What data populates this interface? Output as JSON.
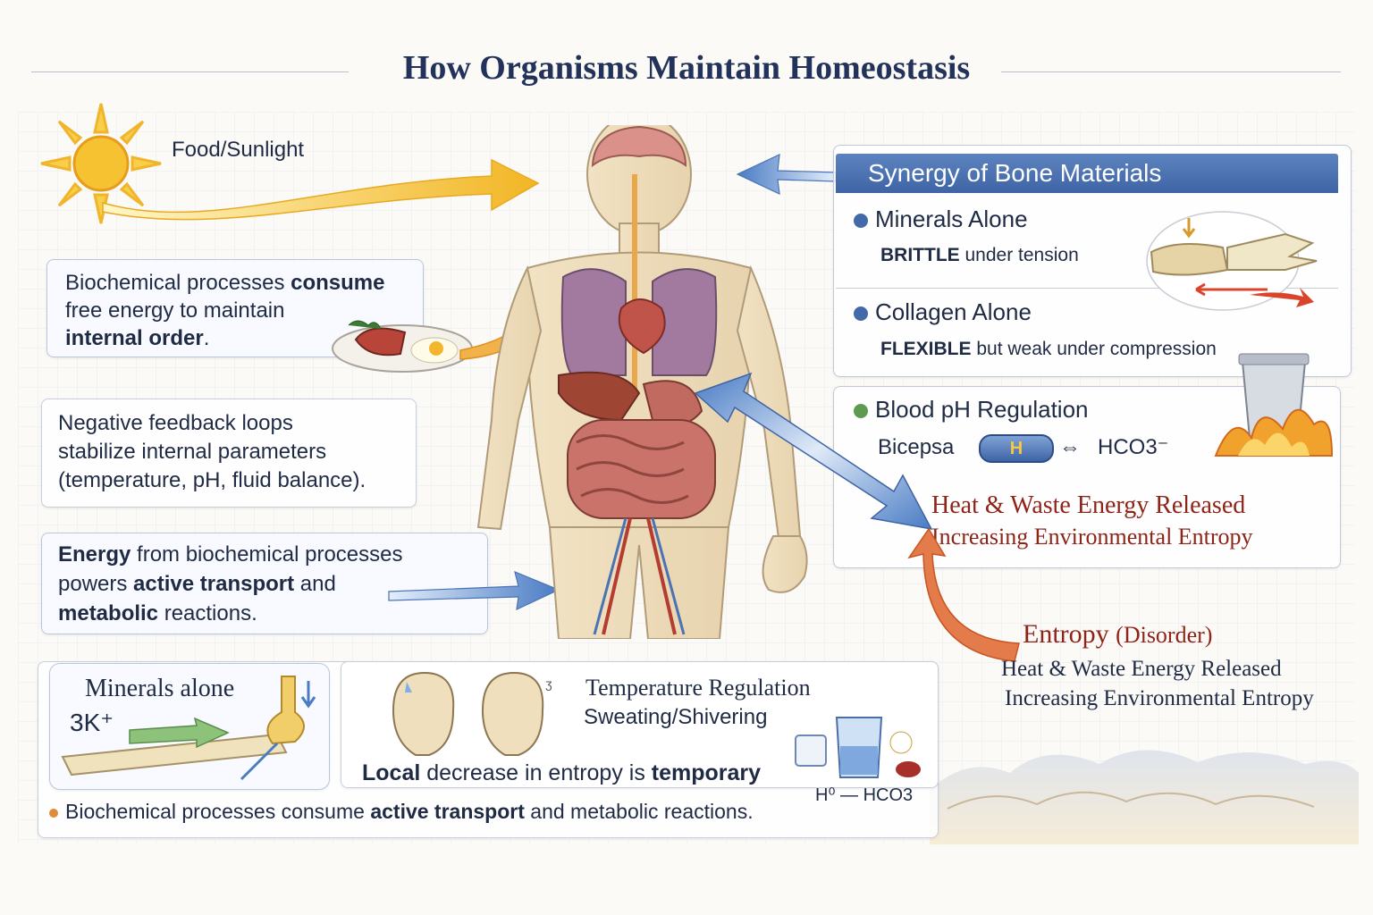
{
  "title": "How Organisms Maintain Homeostasis",
  "energy_source": {
    "label": "Food/Sunlight"
  },
  "left_boxes": {
    "box1": {
      "part1": "Biochemical processes ",
      "part1_bold": "consume",
      "part2": "free energy to maintain",
      "part3_bold": "internal order",
      "part3_end": "."
    },
    "box2": {
      "line1": "Negative feedback loops",
      "line2": "stabilize internal parameters",
      "line3": "(temperature, pH, fluid balance)."
    },
    "box3": {
      "w1_bold": "Energy",
      "w1_rest": " from biochemical processes",
      "line2_a": "powers ",
      "line2_bold": "active transport",
      "line2_b": " and",
      "line3_bold": "metabolic",
      "line3_rest": " reactions."
    }
  },
  "bone_panel": {
    "header": "Synergy of Bone Materials",
    "minerals": {
      "label": "Minerals Alone",
      "desc_bold": "BRITTLE",
      "desc_rest": " under tension"
    },
    "collagen": {
      "label": "Collagen Alone",
      "desc_bold": "FLEXIBLE",
      "desc_rest": " but weak under compression"
    }
  },
  "ph_panel": {
    "label": "Blood pH Regulation",
    "eq_left": "Bicepsa",
    "eq_ion": "H",
    "eq_right": "HCO3⁻",
    "heat_line1": "Heat & Waste Energy Released",
    "heat_line2": "Increasing Environmental Entropy"
  },
  "entropy_block": {
    "title": "Entropy",
    "title_paren": "(Disorder)",
    "line1": "Heat & Waste Energy Released",
    "line2": "Increasing Environmental Entropy"
  },
  "bottom_left": {
    "title": "Minerals alone",
    "ion": "3K⁺"
  },
  "bottom_center": {
    "title": "Temperature Regulation",
    "subtitle": "Sweating/Shivering",
    "note_bold1": "Local",
    "note_mid": " decrease in entropy is ",
    "note_bold2": "temporary",
    "equation": "H⁰ — HCO3"
  },
  "bottom_strip": {
    "text_a": "Biochemical processes consume ",
    "text_bold": "active transport",
    "text_b": " and metabolic reactions."
  },
  "colors": {
    "accent_blue": "#3f64a5",
    "heat_red": "#9a2a1d",
    "sun_yellow": "#f3c432"
  },
  "icons": [
    "sun-icon",
    "food-plate-icon",
    "human-body-illustration",
    "bone-fracture-icon",
    "trash-can-fire-icon",
    "head-sweat-icon",
    "beaker-icon",
    "clouds-icon"
  ]
}
